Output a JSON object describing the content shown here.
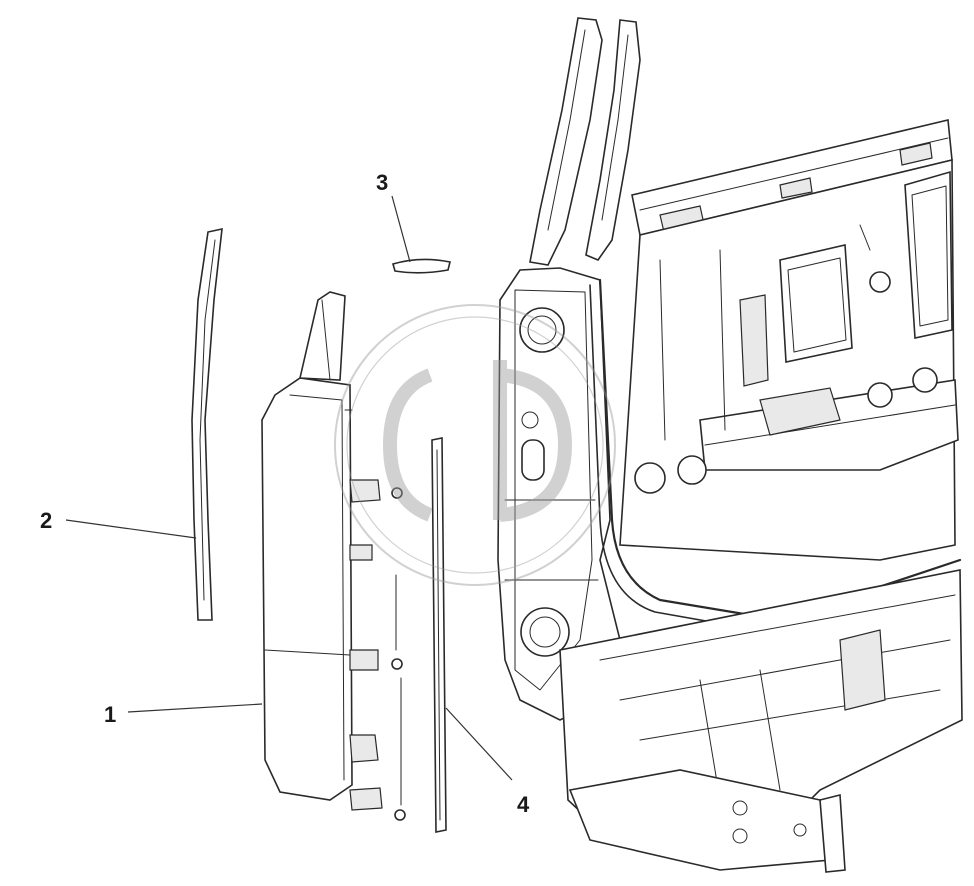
{
  "callouts": {
    "c1": "1",
    "c2": "2",
    "c3": "3",
    "c4": "4"
  },
  "colors": {
    "ink": "#2a2a2a",
    "watermark": "#9a9a9a",
    "background": "#ffffff"
  },
  "icons": {
    "watermark": "gp-logo-watermark-icon"
  }
}
